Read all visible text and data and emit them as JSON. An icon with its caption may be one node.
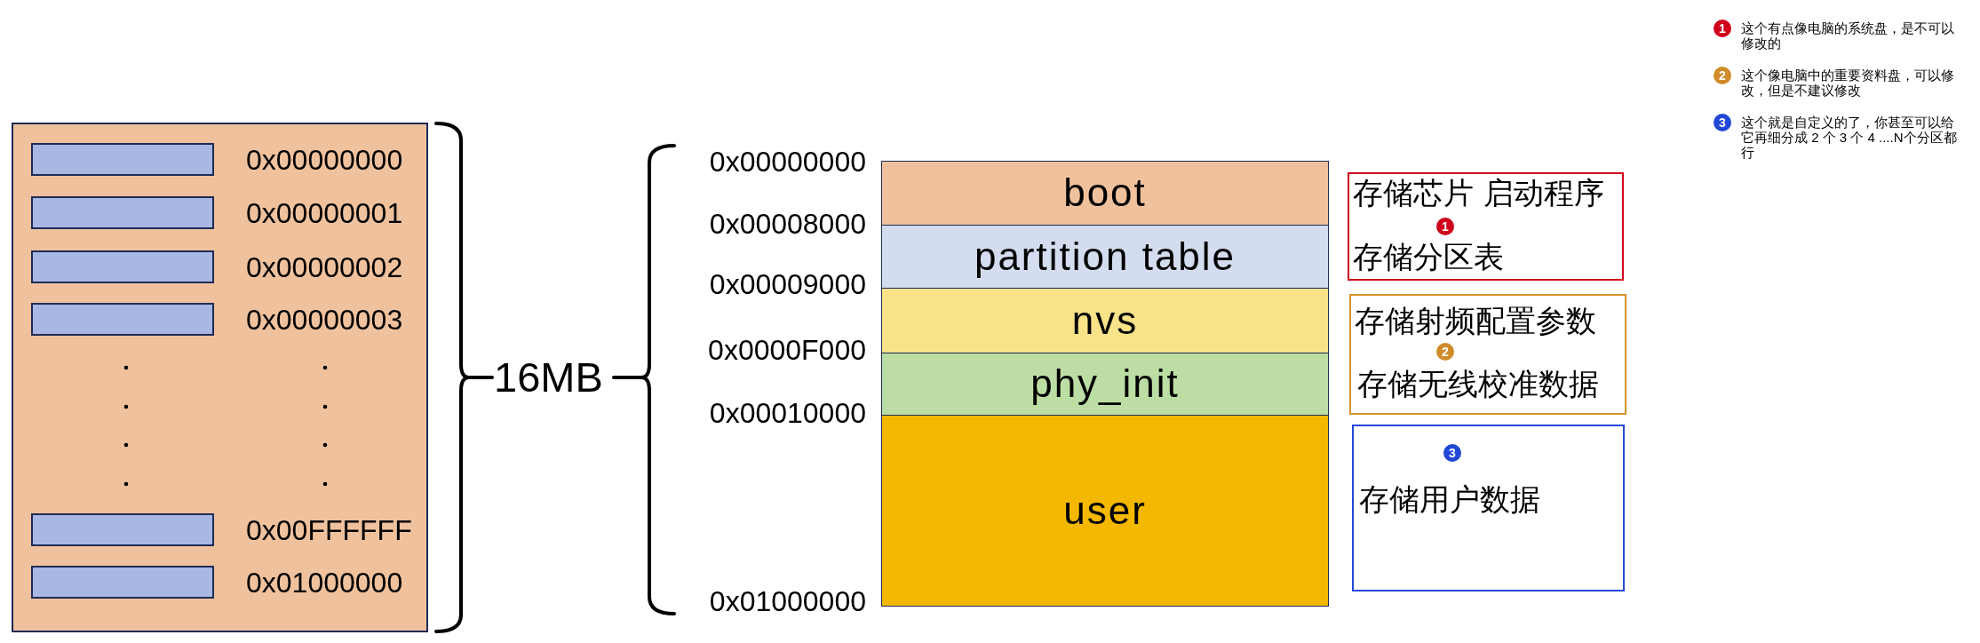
{
  "diagram": {
    "nodes": [
      {
        "text": [],
        "shape": "box"
      },
      {
        "text": [],
        "shape": "bar",
        "in": 0,
        "beside": [
          "0x00000000"
        ]
      },
      {
        "text": [],
        "shape": "bar",
        "in": 0,
        "beside": [
          "0x00000001"
        ]
      },
      {
        "text": [],
        "shape": "bar",
        "in": 0,
        "beside": [
          "0x00000002"
        ]
      },
      {
        "text": [],
        "shape": "bar",
        "in": 0,
        "beside": [
          "0x00000003"
        ]
      },
      {
        "text": [],
        "shape": "bar",
        "in": 0,
        "beside": [
          "0x00FFFFFF"
        ]
      },
      {
        "text": [],
        "shape": "bar",
        "in": 0,
        "beside": [
          "0x01000000"
        ]
      },
      {
        "text": [
          "boot"
        ]
      },
      {
        "text": [
          "partition table"
        ]
      },
      {
        "text": [
          "nvs"
        ]
      },
      {
        "text": [
          "phy_init"
        ]
      },
      {
        "text": [
          "user"
        ]
      },
      {
        "text": [
          "存储芯片 启动程序",
          "存储分区表"
        ]
      },
      {
        "text": [
          "1"
        ],
        "in": 12
      },
      {
        "text": [
          "存储射频配置参数",
          "存储无线校准数据"
        ]
      },
      {
        "text": [
          "2"
        ],
        "in": 14
      },
      {
        "text": [
          "存储用户数据"
        ]
      },
      {
        "text": [
          "3"
        ],
        "in": 16
      },
      {
        "text": [
          "1"
        ],
        "beside": [
          "这个有点像电脑的系统盘，是不可以修改的"
        ]
      },
      {
        "text": [
          "2"
        ],
        "beside": [
          "这个像电脑中的重要资料盘，可以修改，但是不建议修改"
        ]
      },
      {
        "text": [
          "3"
        ],
        "beside": [
          "这个就是自定义的了，你甚至可以给它再细分成 2 个 3 个 4 ....N个分区都行"
        ]
      }
    ],
    "labels": [
      "16MB",
      "0x00000000",
      "0x00008000",
      "0x00009000",
      "0x0000F000",
      "0x00010000",
      "0x01000000"
    ]
  }
}
